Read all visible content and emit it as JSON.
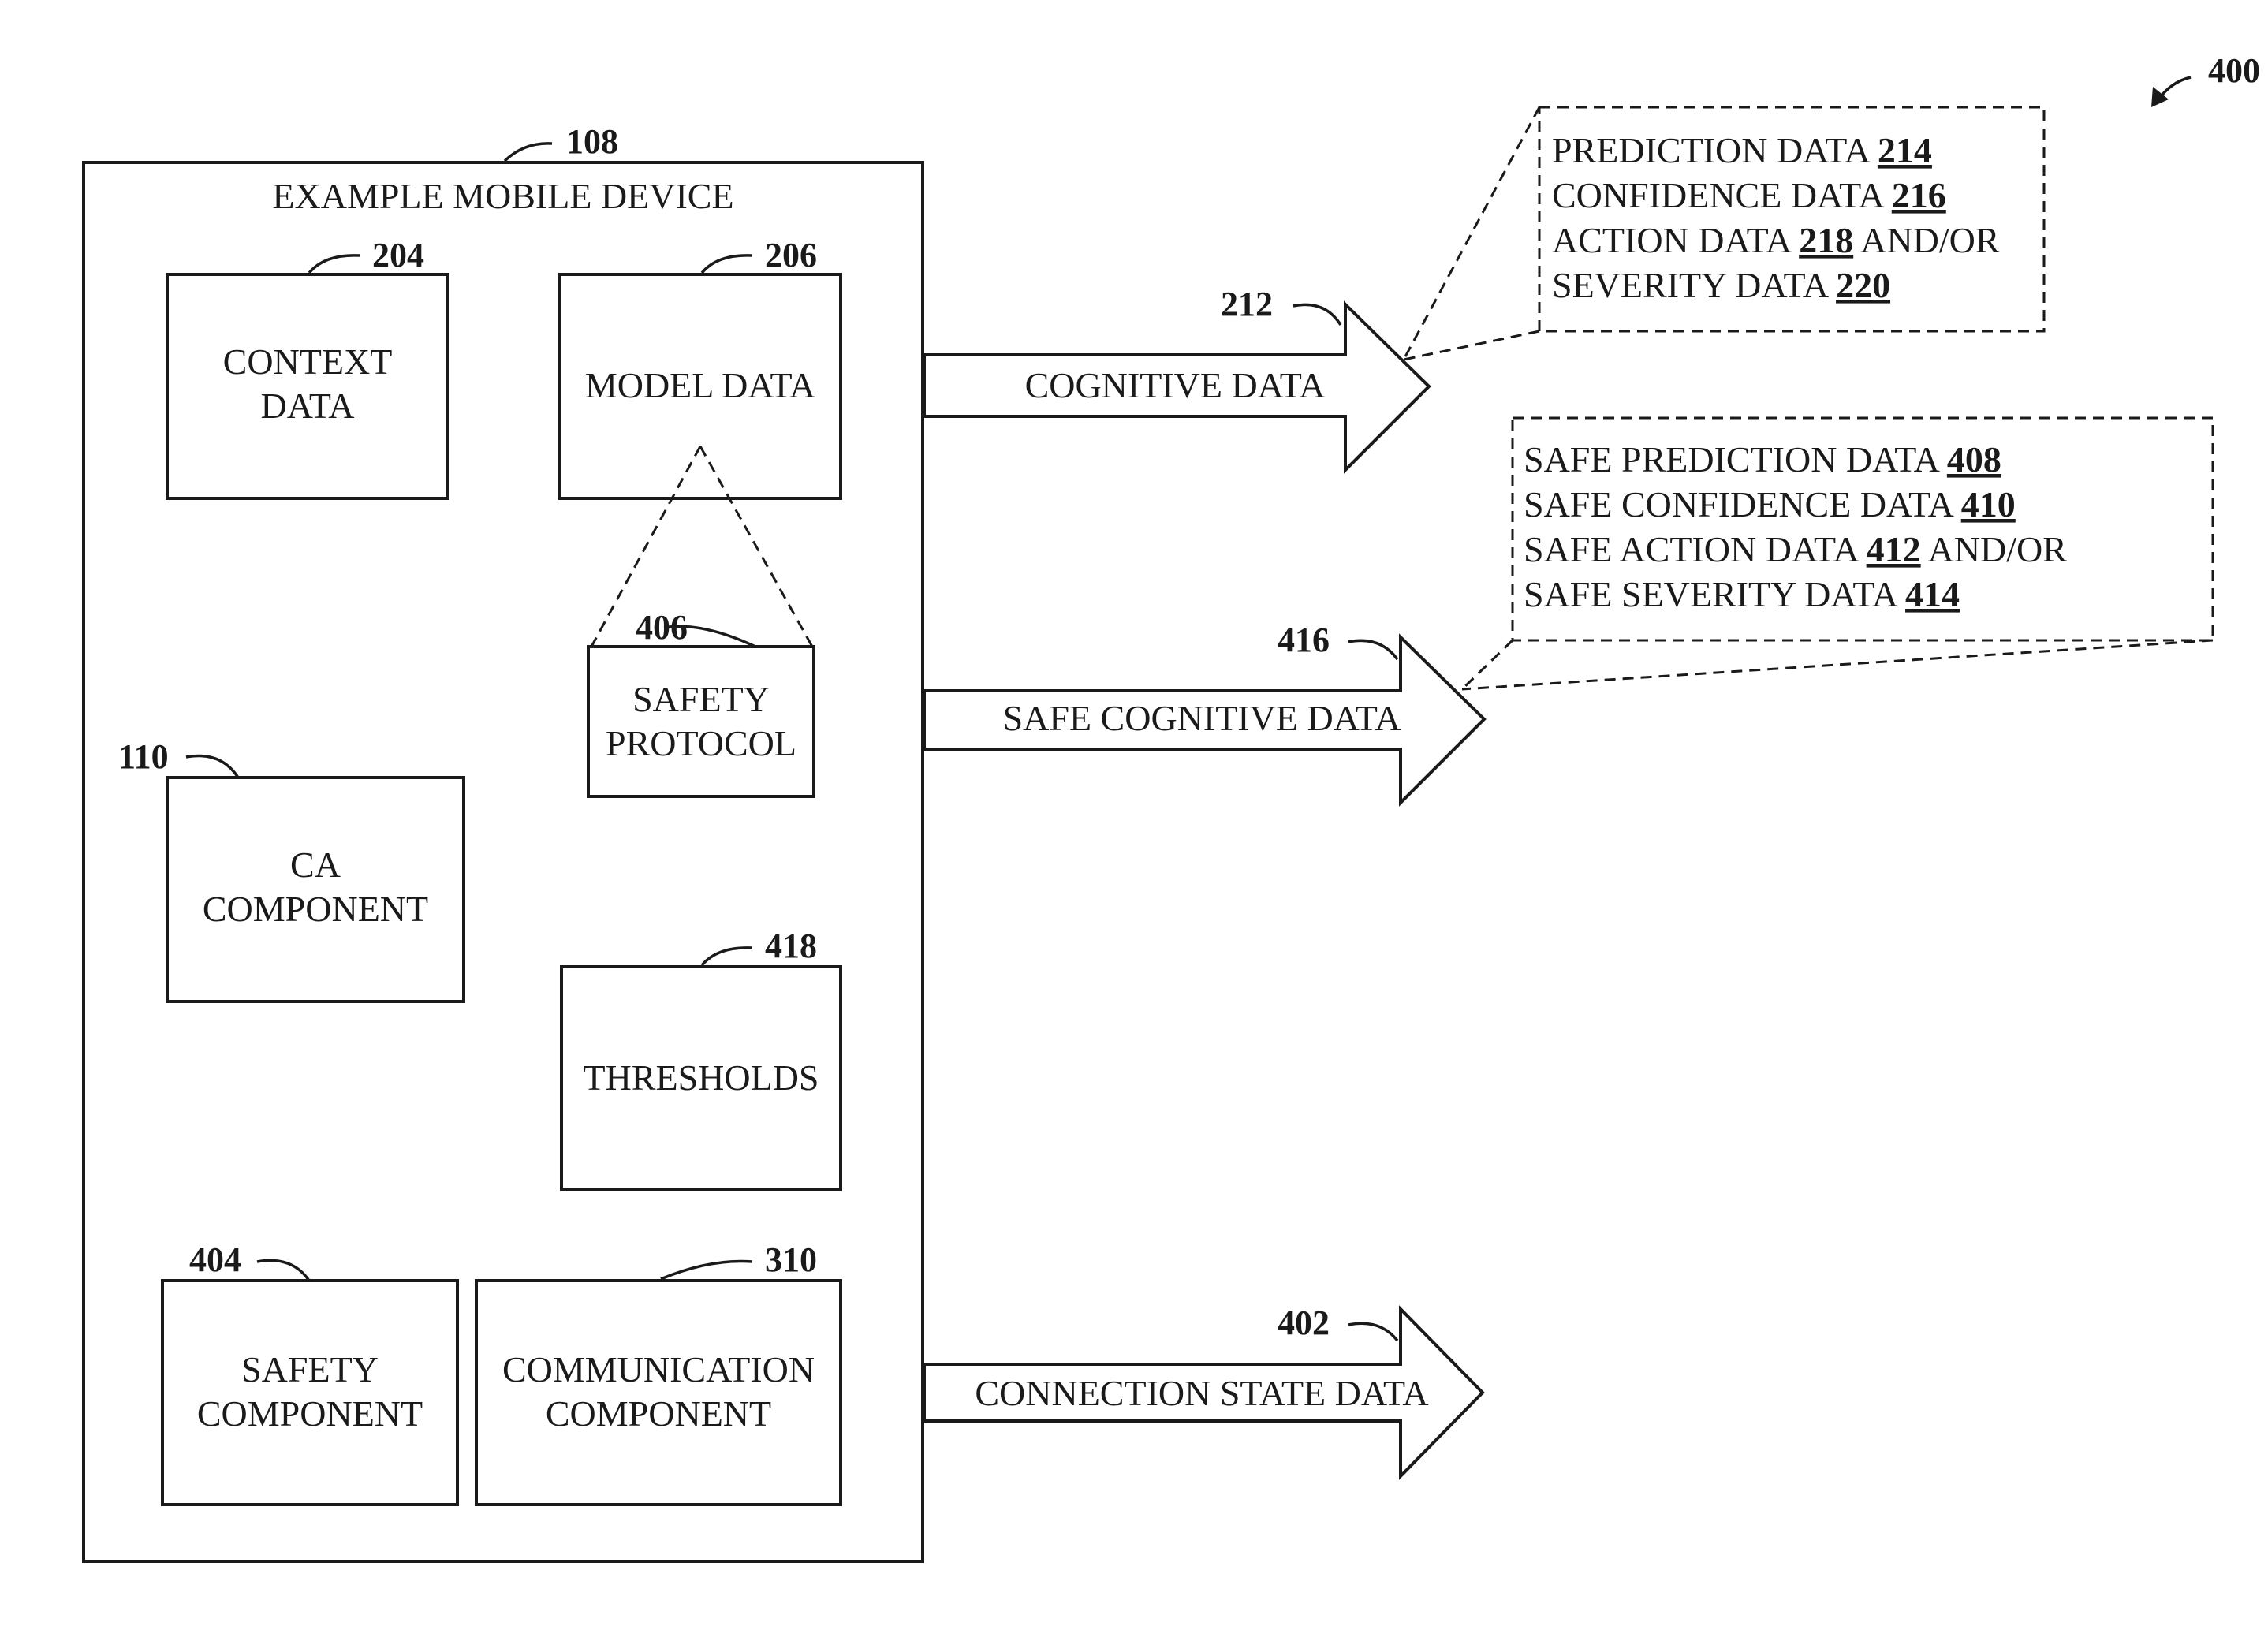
{
  "figure_ref": "400",
  "device": {
    "ref": "108",
    "title": "EXAMPLE MOBILE DEVICE"
  },
  "boxes": {
    "context_data": {
      "ref": "204",
      "lines": [
        "CONTEXT",
        "DATA"
      ]
    },
    "model_data": {
      "ref": "206",
      "lines": [
        "MODEL DATA"
      ]
    },
    "safety_protocol": {
      "ref": "406",
      "lines": [
        "SAFETY",
        "PROTOCOL"
      ]
    },
    "ca_component": {
      "ref": "110",
      "lines": [
        "CA",
        "COMPONENT"
      ]
    },
    "thresholds": {
      "ref": "418",
      "lines": [
        "THRESHOLDS"
      ]
    },
    "safety_component": {
      "ref": "404",
      "lines": [
        "SAFETY",
        "COMPONENT"
      ]
    },
    "communication_component": {
      "ref": "310",
      "lines": [
        "COMMUNICATION",
        "COMPONENT"
      ]
    }
  },
  "arrows": {
    "cognitive": {
      "ref": "212",
      "label": "COGNITIVE DATA"
    },
    "safe_cognitive": {
      "ref": "416",
      "label": "SAFE COGNITIVE DATA"
    },
    "connection_state": {
      "ref": "402",
      "label": "CONNECTION STATE DATA"
    }
  },
  "callout_cognitive": {
    "lines": [
      {
        "text": "PREDICTION DATA ",
        "ref": "214",
        "suffix": ""
      },
      {
        "text": "CONFIDENCE DATA ",
        "ref": "216",
        "suffix": ""
      },
      {
        "text": "ACTION DATA ",
        "ref": "218",
        "suffix": " AND/OR"
      },
      {
        "text": "SEVERITY DATA ",
        "ref": "220",
        "suffix": ""
      }
    ]
  },
  "callout_safe": {
    "lines": [
      {
        "text": "SAFE PREDICTION DATA ",
        "ref": "408",
        "suffix": ""
      },
      {
        "text": "SAFE CONFIDENCE DATA ",
        "ref": "410",
        "suffix": ""
      },
      {
        "text": "SAFE ACTION DATA ",
        "ref": "412",
        "suffix": " AND/OR"
      },
      {
        "text": "SAFE SEVERITY DATA ",
        "ref": "414",
        "suffix": ""
      }
    ]
  }
}
